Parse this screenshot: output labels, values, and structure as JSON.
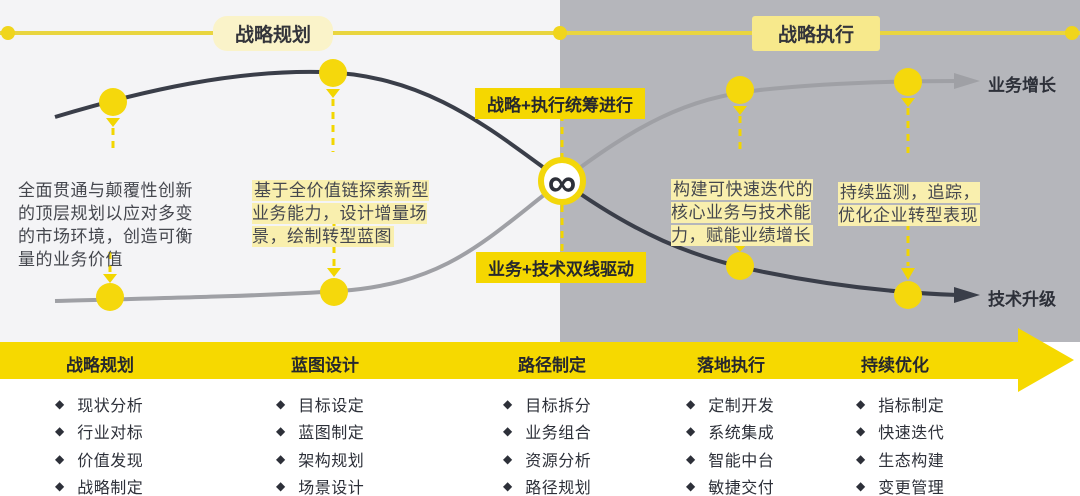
{
  "header": {
    "left_phase_label": "战略规划",
    "right_phase_label": "战略执行"
  },
  "center": {
    "top_banner": "战略+执行统筹进行",
    "bottom_banner": "业务+技术双线驱动",
    "infinity_symbol": "∞"
  },
  "axis_labels": {
    "top_right": "业务增长",
    "bottom_right": "技术升级"
  },
  "annotations": [
    {
      "text": "全面贯通与颠覆性创新\n的顶层规划以应对多变\n的市场环境，创造可衡\n量的业务价值",
      "highlighted": false
    },
    {
      "text": "基于全价值链探索新型\n业务能力，设计增量场\n景，绘制转型蓝图",
      "highlighted": true
    },
    {
      "text": "构建可快速迭代的\n核心业务与技术能\n力，赋能业绩增长",
      "highlighted": true
    },
    {
      "text": "持续监测，追踪，\n优化企业转型表现",
      "highlighted": true
    }
  ],
  "phases": [
    {
      "label": "战略规划",
      "items": [
        "现状分析",
        "行业对标",
        "价值发现",
        "战略制定"
      ]
    },
    {
      "label": "蓝图设计",
      "items": [
        "目标设定",
        "蓝图制定",
        "架构规划",
        "场景设计"
      ]
    },
    {
      "label": "路径制定",
      "items": [
        "目标拆分",
        "业务组合",
        "资源分析",
        "路径规划"
      ]
    },
    {
      "label": "落地执行",
      "items": [
        "定制开发",
        "系统集成",
        "智能中台",
        "敏捷交付"
      ]
    },
    {
      "label": "持续优化",
      "items": [
        "指标制定",
        "快速迭代",
        "生态构建",
        "变更管理"
      ]
    }
  ],
  "icons": {
    "bullet": "◆"
  },
  "colors": {
    "accent_yellow": "#f6d900",
    "pale_highlight": "#f9efae",
    "left_background": "#f4f4f6",
    "right_background": "#b5b6bb",
    "dark_curve": "#3a3e49",
    "gray_curve": "#9fa0a5",
    "text_dark": "#2d3039"
  }
}
